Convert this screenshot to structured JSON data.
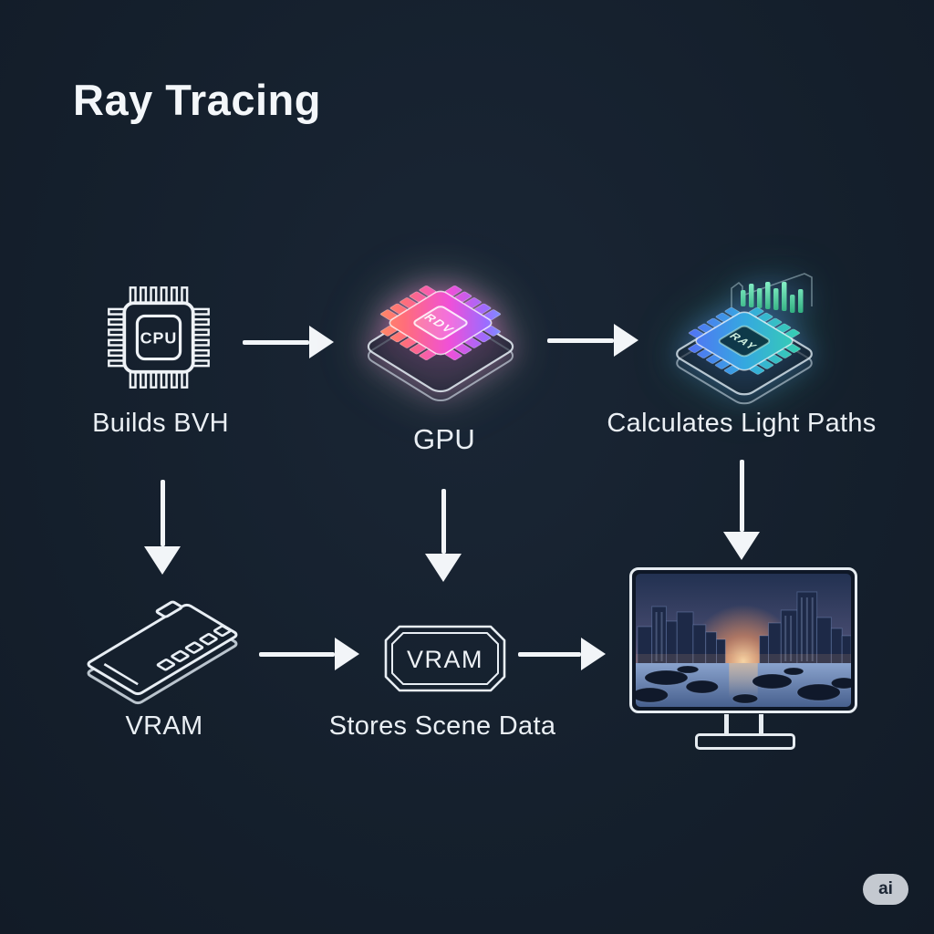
{
  "title": "Ray Tracing",
  "background": "#15202d",
  "nodes": {
    "cpu": {
      "icon": "cpu-chip-icon",
      "chip_label": "CPU",
      "caption": "Builds BVH"
    },
    "gpu": {
      "icon": "gpu-chip-icon",
      "die_label": "RDV",
      "caption": "GPU"
    },
    "light_paths": {
      "icon": "gpu-card-icon",
      "die_label": "RAY",
      "caption": "Calculates Light Paths"
    },
    "vram_module": {
      "icon": "memory-module-icon",
      "caption": "VRAM"
    },
    "vram_badge": {
      "icon": "vram-plaque-icon",
      "badge_label": "VRAM",
      "caption": "Stores Scene Data"
    },
    "monitor": {
      "icon": "monitor-icon",
      "screen_content": "city-skyline-sunset-render"
    }
  },
  "arrows": [
    "cpu-to-gpu",
    "gpu-to-light-paths",
    "cpu-down-to-vram-module",
    "gpu-down-to-vram-badge",
    "light-paths-down-to-monitor",
    "vram-module-to-vram-badge",
    "vram-badge-to-monitor"
  ],
  "watermark": "ai",
  "colors": {
    "arrow": "#f2f5f8",
    "text": "#eaeff4",
    "gpu_gradient": [
      "#ffa84d",
      "#ff6e7a",
      "#f050d8",
      "#9d6bff",
      "#3fd9ff"
    ],
    "card_gradient": [
      "#6157ff",
      "#35a8e0",
      "#37e29a"
    ],
    "sunset_glow": "#f2a66b"
  }
}
